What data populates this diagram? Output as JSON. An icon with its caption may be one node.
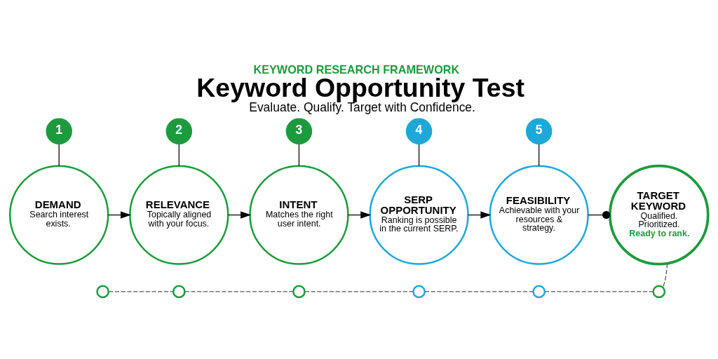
{
  "diagram": {
    "title": "Keyword Opportunity Test",
    "nodes": [
      {
        "text": [
          "1"
        ]
      },
      {
        "text": [
          "2"
        ]
      },
      {
        "text": [
          "3"
        ]
      },
      {
        "text": [
          "4"
        ]
      },
      {
        "text": [
          "5"
        ]
      },
      {
        "text": [
          "DEMAND",
          "Search interest exists."
        ]
      },
      {
        "text": [
          "RELEVANCE",
          "Topically aligned with your focus."
        ]
      },
      {
        "text": [
          "INTENT",
          "Matches the right user intent."
        ]
      },
      {
        "text": [
          "SERP OPPORTUNITY",
          "Ranking is possible in the current SERP."
        ]
      },
      {
        "text": [
          "FEASIBILITY",
          "Achievable with your resources & strategy."
        ]
      },
      {
        "text": [
          "TARGET KEYWORD",
          "Qualified. Prioritized.",
          "Ready to rank."
        ]
      },
      {
        "text": [],
        "shape": "circle"
      },
      {
        "text": [],
        "shape": "circle"
      },
      {
        "text": [],
        "shape": "circle"
      },
      {
        "text": [],
        "shape": "circle"
      },
      {
        "text": [],
        "shape": "circle"
      },
      {
        "text": [],
        "shape": "circle"
      }
    ],
    "edges": [
      {
        "from": 0,
        "to": 5,
        "arrow": "none"
      },
      {
        "from": 1,
        "to": 6,
        "arrow": "none"
      },
      {
        "from": 2,
        "to": 7,
        "arrow": "none"
      },
      {
        "from": 3,
        "to": 8,
        "arrow": "none"
      },
      {
        "from": 4,
        "to": 9,
        "arrow": "none"
      },
      {
        "from": 5,
        "to": 6,
        "arrow": "to"
      },
      {
        "from": 6,
        "to": 7,
        "arrow": "to"
      },
      {
        "from": 7,
        "to": 8,
        "arrow": "to"
      },
      {
        "from": 8,
        "to": 9,
        "arrow": "to"
      },
      {
        "from": 9,
        "to": 10,
        "arrow": "other"
      },
      {
        "from": 11,
        "to": 12,
        "arrow": "none",
        "style": "dashed"
      },
      {
        "from": 12,
        "to": 13,
        "arrow": "none",
        "style": "dashed"
      },
      {
        "from": 13,
        "to": 14,
        "arrow": "none",
        "style": "dashed"
      },
      {
        "from": 14,
        "to": 15,
        "arrow": "none",
        "style": "dashed"
      },
      {
        "from": 15,
        "to": 16,
        "arrow": "none",
        "style": "dashed"
      },
      {
        "from": 10,
        "to": 16,
        "arrow": "none",
        "style": "dashed"
      }
    ],
    "labels": [
      "KEYWORD RESEARCH FRAMEWORK",
      "Evaluate. Qualify. Target with Confidence."
    ]
  }
}
